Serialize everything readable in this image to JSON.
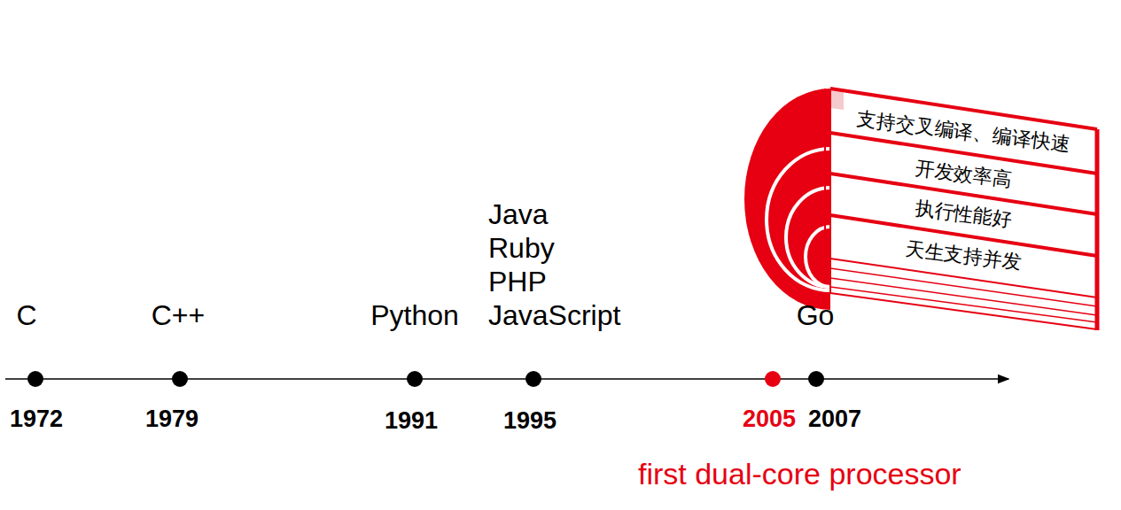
{
  "diagram": {
    "nodes": [
      {
        "text": [
          "支持交叉编译、编译快速"
        ]
      },
      {
        "text": [
          "开发效率高"
        ]
      },
      {
        "text": [
          "执行性能好"
        ]
      },
      {
        "text": [
          "天生支持并发"
        ]
      }
    ],
    "labels": [
      "C",
      "C++",
      "Python",
      "Java",
      "Ruby",
      "PHP",
      "JavaScript",
      "Go",
      "1972",
      "1979",
      "1991",
      "1995",
      "2005",
      "2007",
      "first dual-core processor"
    ]
  }
}
